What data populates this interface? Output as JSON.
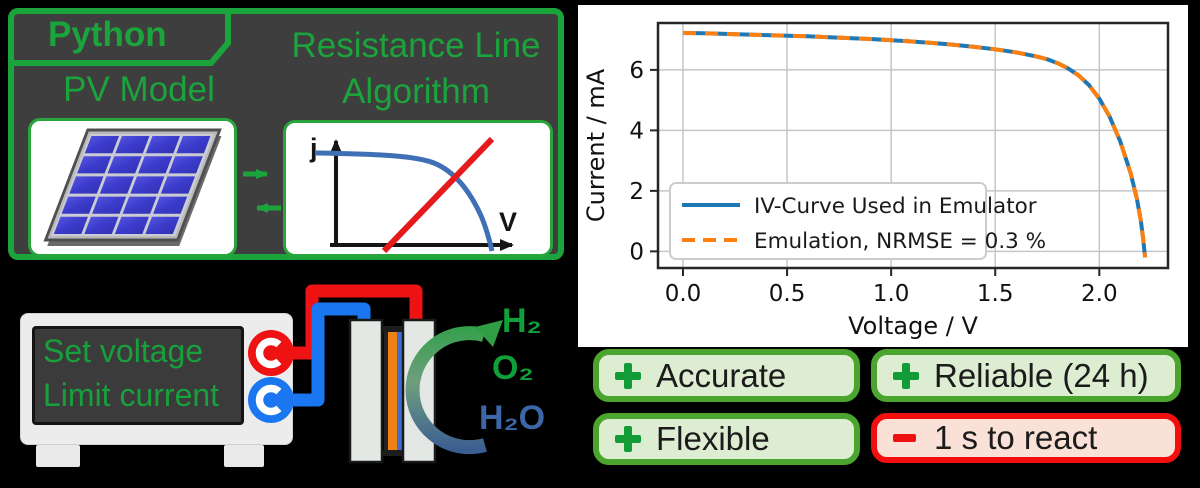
{
  "canvas": {
    "background": "#000000",
    "accent_green": "#1ba33c"
  },
  "emulator_box": {
    "tab_label": "Python",
    "pv_model_label": "PV Model",
    "algorithm_label_line1": "Resistance Line",
    "algorithm_label_line2": "Algorithm",
    "jv_axis_y": "j",
    "jv_axis_x": "V"
  },
  "power_supply": {
    "screen_line1": "Set voltage",
    "screen_line2": "Limit current",
    "positive_terminal_color": "#ee1212",
    "negative_terminal_color": "#1b76f1"
  },
  "electrolysis": {
    "product1": "H₂",
    "product2": "O₂",
    "reactant": "H₂O",
    "gas_color": "#10a03a",
    "water_color": "#3c66a8"
  },
  "chart_data": {
    "type": "line",
    "title": "",
    "xlabel": "Voltage / V",
    "ylabel": "Current / mA",
    "xlim": [
      -0.12,
      2.33
    ],
    "ylim": [
      -0.55,
      7.55
    ],
    "xticks": [
      0.0,
      0.5,
      1.0,
      1.5,
      2.0
    ],
    "yticks": [
      0,
      2,
      4,
      6
    ],
    "grid": true,
    "legend_position": "lower left",
    "x": [
      0.0,
      0.1,
      0.2,
      0.3,
      0.4,
      0.5,
      0.6,
      0.7,
      0.8,
      0.9,
      1.0,
      1.1,
      1.2,
      1.3,
      1.4,
      1.5,
      1.6,
      1.7,
      1.75,
      1.8,
      1.85,
      1.9,
      1.95,
      2.0,
      2.05,
      2.1,
      2.15,
      2.18,
      2.2,
      2.21,
      2.22
    ],
    "series": [
      {
        "name": "IV-Curve Used in Emulator",
        "color": "#1f77b4",
        "style": "solid",
        "y": [
          7.22,
          7.21,
          7.19,
          7.17,
          7.15,
          7.13,
          7.11,
          7.08,
          7.05,
          7.02,
          6.98,
          6.94,
          6.89,
          6.83,
          6.76,
          6.68,
          6.58,
          6.44,
          6.35,
          6.22,
          6.05,
          5.82,
          5.5,
          5.05,
          4.45,
          3.65,
          2.6,
          1.75,
          1.0,
          0.45,
          -0.2
        ]
      },
      {
        "name": "Emulation, NRMSE = 0.3 %",
        "color": "#ff7f0e",
        "style": "dashed",
        "y": [
          7.22,
          7.21,
          7.19,
          7.17,
          7.15,
          7.13,
          7.11,
          7.08,
          7.05,
          7.02,
          6.98,
          6.94,
          6.89,
          6.83,
          6.76,
          6.68,
          6.58,
          6.44,
          6.35,
          6.22,
          6.05,
          5.82,
          5.5,
          5.05,
          4.45,
          3.65,
          2.6,
          1.75,
          1.0,
          0.45,
          -0.2
        ]
      }
    ]
  },
  "badges": [
    {
      "icon": "plus-icon",
      "sign": "+",
      "label": "Accurate",
      "type": "positive"
    },
    {
      "icon": "plus-icon",
      "sign": "+",
      "label": "Reliable (24 h)",
      "type": "positive"
    },
    {
      "icon": "plus-icon",
      "sign": "+",
      "label": "Flexible",
      "type": "positive"
    },
    {
      "icon": "minus-icon",
      "sign": "−",
      "label": "1 s to react",
      "type": "negative"
    }
  ]
}
